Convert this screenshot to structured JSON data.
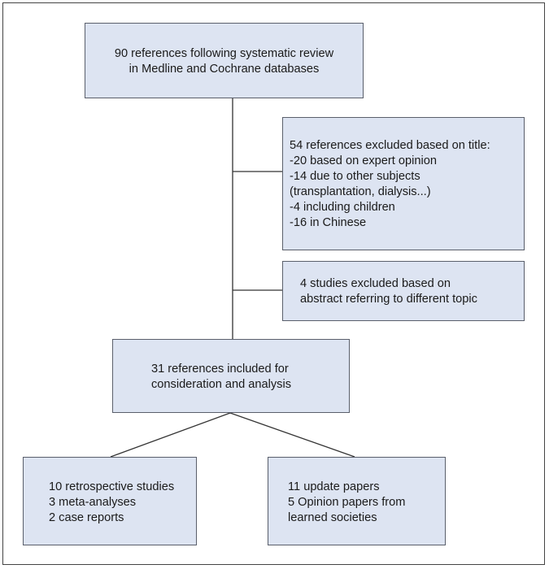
{
  "diagram": {
    "nodes": [
      {
        "id": "start",
        "lines": [
          "90 references following systematic review",
          "in Medline and Cochrane databases"
        ]
      },
      {
        "id": "excl-title",
        "lines": [
          "54 references excluded based on title:",
          "-20 based on expert opinion",
          "-14 due to other subjects",
          "(transplantation, dialysis...)",
          "-4 including children",
          "-16 in Chinese"
        ]
      },
      {
        "id": "excl-abstract",
        "lines": [
          "4 studies excluded based on",
          "abstract referring to different topic"
        ]
      },
      {
        "id": "included",
        "lines": [
          "31 references included for",
          "consideration and analysis"
        ]
      },
      {
        "id": "studies",
        "lines": [
          "10 retrospective studies",
          "3 meta-analyses",
          "2 case reports"
        ]
      },
      {
        "id": "papers",
        "lines": [
          "11 update papers",
          "5 Opinion papers from",
          "learned societies"
        ]
      }
    ],
    "edges": [
      {
        "from": "start",
        "to": "included"
      },
      {
        "from": "start",
        "to": "excl-title"
      },
      {
        "from": "start",
        "to": "excl-abstract"
      },
      {
        "from": "included",
        "to": "studies"
      },
      {
        "from": "included",
        "to": "papers"
      }
    ],
    "colors": {
      "box_fill": "#dde4f2",
      "box_border": "#5a5f6b",
      "line": "#333333"
    }
  }
}
